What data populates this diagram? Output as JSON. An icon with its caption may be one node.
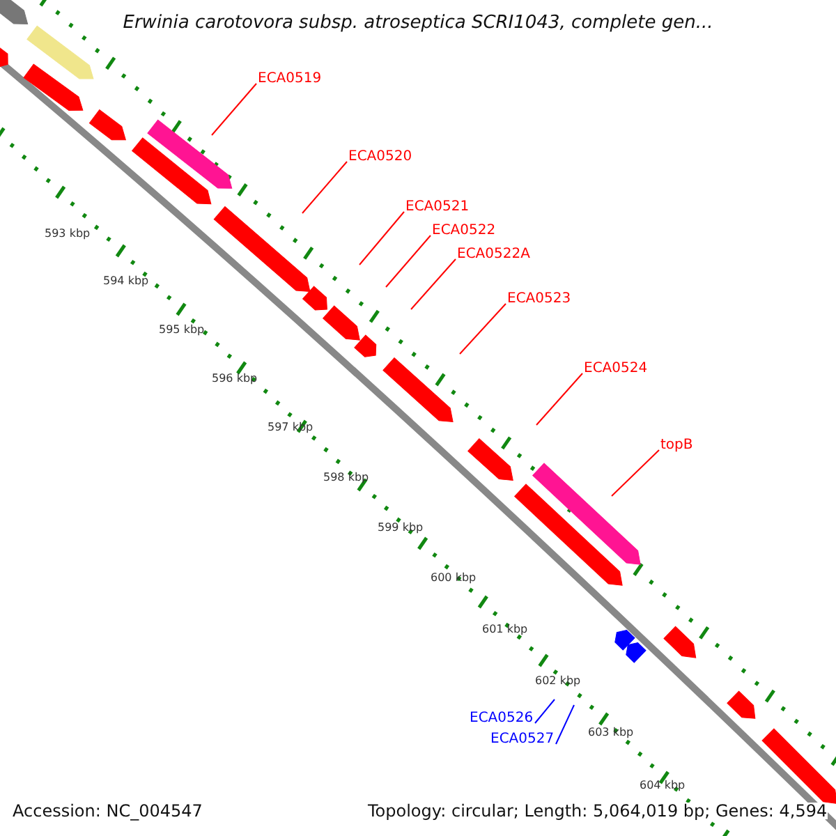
{
  "diagram": {
    "title": "Erwinia carotovora subsp. atroseptica SCRI1043, complete gen...",
    "nodes": [
      {
        "text": [
          "ECA0519"
        ]
      },
      {
        "text": [
          "ECA0520"
        ]
      },
      {
        "text": [
          "ECA0521"
        ]
      },
      {
        "text": [
          "ECA0522"
        ]
      },
      {
        "text": [
          "ECA0522A"
        ]
      },
      {
        "text": [
          "ECA0523"
        ]
      },
      {
        "text": [
          "ECA0524"
        ]
      },
      {
        "text": [
          "topB"
        ]
      },
      {
        "text": [
          "ECA0526"
        ]
      },
      {
        "text": [
          "ECA0527"
        ]
      }
    ],
    "edges": [
      {
        "from": 0,
        "to": null,
        "arrow": "none"
      },
      {
        "from": 1,
        "to": null,
        "arrow": "none"
      },
      {
        "from": 2,
        "to": null,
        "arrow": "none"
      },
      {
        "from": 3,
        "to": null,
        "arrow": "none"
      },
      {
        "from": 4,
        "to": null,
        "arrow": "none"
      },
      {
        "from": 5,
        "to": null,
        "arrow": "none"
      },
      {
        "from": 6,
        "to": null,
        "arrow": "none"
      },
      {
        "from": 7,
        "to": null,
        "arrow": "none"
      },
      {
        "from": 8,
        "to": null,
        "arrow": "none",
        "color": "#0000ff"
      },
      {
        "from": 9,
        "to": null,
        "arrow": "none",
        "color": "#0000ff"
      }
    ],
    "labels": [
      "593 kbp",
      "594 kbp",
      "595 kbp",
      "596 kbp",
      "597 kbp",
      "598 kbp",
      "599 kbp",
      "600 kbp",
      "601 kbp",
      "602 kbp",
      "603 kbp",
      "604 kbp",
      "Accession: NC_004547",
      "Topology: circular; Length: 5,064,019 bp; Genes: 4,594"
    ]
  }
}
